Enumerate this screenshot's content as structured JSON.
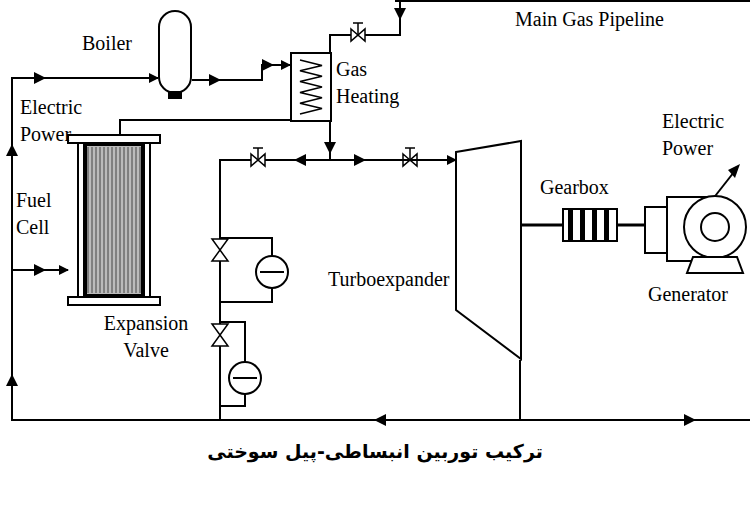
{
  "diagram": {
    "caption": "ترکیب توربین انبساطی-پیل سوختی",
    "nodes": [
      {
        "text": [
          "Boiler"
        ]
      },
      {
        "text": [
          "Gas Heating"
        ]
      },
      {
        "text": [
          "Fuel Cell"
        ]
      },
      {
        "text": [
          "Turboexpander"
        ]
      },
      {
        "text": [
          "Gearbox"
        ]
      },
      {
        "text": [
          "Generator"
        ]
      }
    ],
    "edges": [
      {
        "from": 0,
        "to": 1,
        "arrow": "to"
      },
      {
        "from": 2,
        "to": 1,
        "arrow": "none"
      },
      {
        "from": 1,
        "to": 3,
        "arrow": "to"
      },
      {
        "from": 3,
        "to": 2,
        "arrow": "to"
      },
      {
        "from": 3,
        "to": 0,
        "arrow": "to"
      },
      {
        "from": 3,
        "to": 4,
        "arrow": "none"
      },
      {
        "from": 4,
        "to": 5,
        "arrow": "none"
      }
    ],
    "labels": [
      "Main Gas Pipeline",
      "Electric Power",
      "Electric Power",
      "Expansion Valve"
    ]
  }
}
